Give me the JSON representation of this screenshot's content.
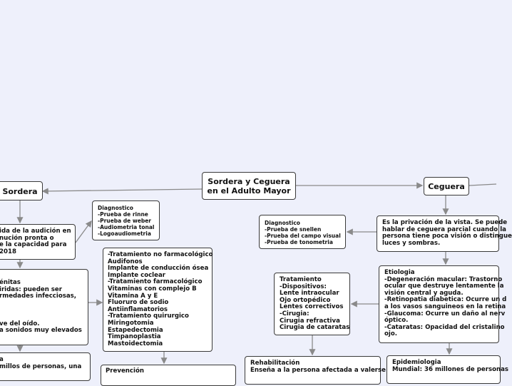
{
  "colors": {
    "background": "#eef0fb",
    "connector": "#8a8a8a",
    "node_border": "#3a3a3a"
  },
  "central": {
    "lines": [
      "Sordera y Ceguera",
      "en el Adulto Mayor"
    ]
  },
  "sordera": {
    "title": "Sordera",
    "definicion": [
      "ida de la audición en",
      "nución pronta o",
      "e la capacidad para",
      "2018"
    ],
    "diagnostico": [
      "Diagnostico",
      "-Prueba de rinne",
      "-Prueba de weber",
      "-Audiometria tonal",
      "-Logoaudiometria"
    ],
    "causas": [
      "énitas",
      "iridas: pueden ser",
      "rmedades infecciosas,",
      "",
      "",
      "",
      "ve del oído.",
      " a sonidos muy elevados"
    ],
    "tratamiento": [
      "-Tratamiento no farmacológico",
      "Audifonos",
      "Implante de conducción ósea",
      "Implante coclear",
      "-Tratamiento farmacológico",
      "Vitaminas con complejo B",
      "Vitamina A y E",
      "Fluoruro de sodio",
      "Antiinflamatorios",
      "-Tratamiento quirurgico",
      "Miringotomia",
      "Estapedectomia",
      "Timpanoplastia",
      "Mastoidectomia"
    ],
    "epidemiologia": [
      "a",
      " millos de personas, una"
    ],
    "prevencion": [
      "Prevención"
    ]
  },
  "ceguera": {
    "title": "Ceguera",
    "definicion": [
      "Es la privación de la vista. Se puede",
      "hablar de ceguera parcial cuando la",
      "persona tiene poca visión o distingue",
      "luces y sombras."
    ],
    "diagnostico": [
      "Diagnostico",
      "-Prueba de snellen",
      "-Prueba del campo visual",
      "-Prueba de tonometria"
    ],
    "etiologia": [
      "Etiologia",
      "-Degeneración macular: Trastorno",
      "ocular que destruye lentamente la",
      "visión central y aguda.",
      "-Retinopatia diabetica: Ocurre un d",
      "a los vasos sanguineos en la retina",
      "-Glaucoma: Ocurre un daño al nerv",
      "óptico.",
      "-Cataratas: Opacidad del cristalino",
      "ojo."
    ],
    "tratamiento": [
      "Tratamiento",
      "-Dispositivos:",
      "Lente intraocular",
      "Ojo ortopédico",
      "Lentes correctivos",
      "-Cirugia:",
      "Cirugia refractiva",
      "Cirugia de cataratas"
    ],
    "rehabilitacion": [
      "Rehabilitación",
      "Enseña a la persona afectada a valerse"
    ],
    "epidemiologia": [
      "Epidemiologia",
      "Mundial: 36 millones de personas"
    ]
  }
}
